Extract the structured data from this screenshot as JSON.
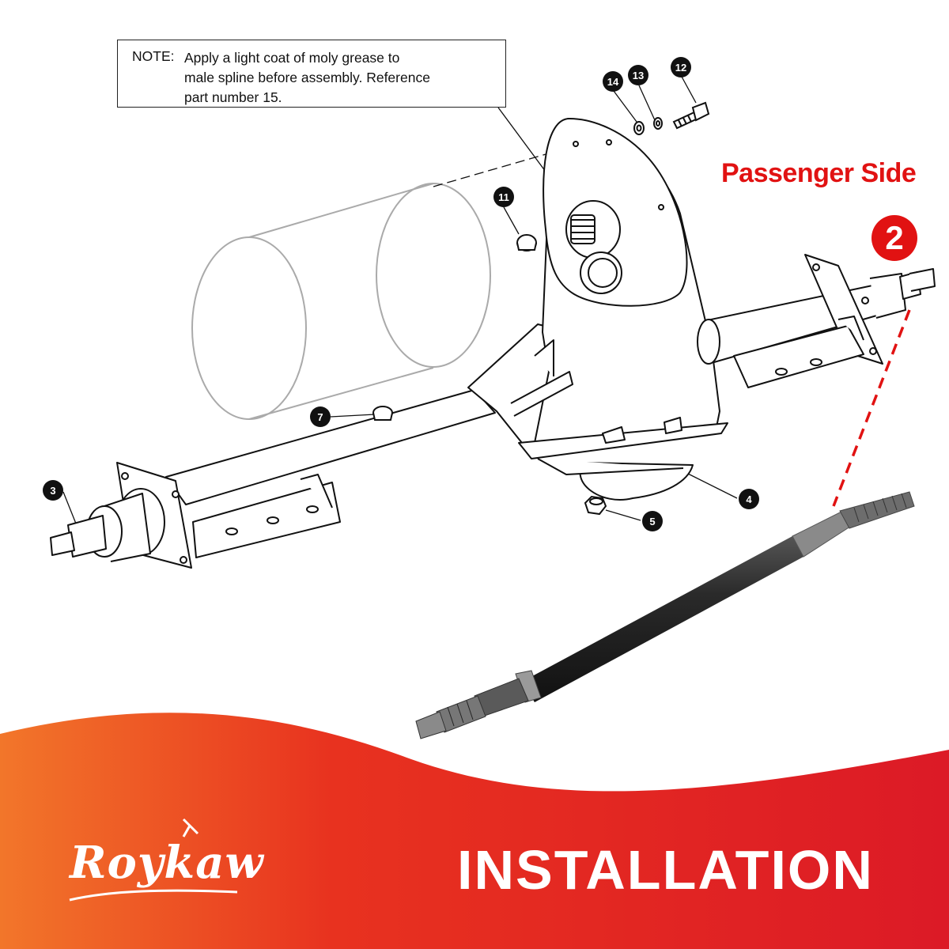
{
  "note": {
    "label": "NOTE:",
    "text": "Apply a light coat of moly grease to\nmale spline before assembly. Reference\npart number 15."
  },
  "side_label": "Passenger Side",
  "callouts": [
    {
      "id": "callout-14",
      "label": "14"
    },
    {
      "id": "callout-13",
      "label": "13"
    },
    {
      "id": "callout-12",
      "label": "12"
    },
    {
      "id": "callout-11",
      "label": "11"
    },
    {
      "id": "callout-7",
      "label": "7"
    },
    {
      "id": "callout-3",
      "label": "3"
    },
    {
      "id": "callout-4",
      "label": "4"
    },
    {
      "id": "callout-5",
      "label": "5"
    }
  ],
  "highlight_callout": "2",
  "footer": {
    "brand": "Roykaw",
    "title": "INSTALLATION"
  },
  "colors": {
    "accent": "#e11212",
    "footer_left": "#f07a2a",
    "footer_right": "#e01a26"
  }
}
